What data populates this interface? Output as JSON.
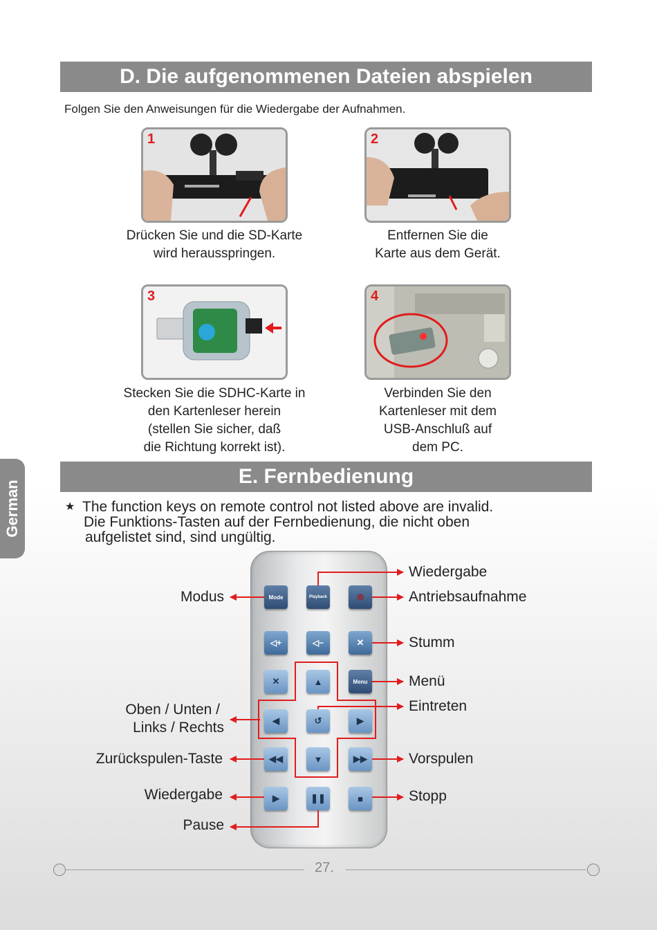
{
  "section_d": {
    "title": "D. Die aufgenommenen Dateien abspielen",
    "intro": "Folgen Sie den Anweisungen für die Wiedergabe der Aufnahmen.",
    "steps": [
      {
        "num": "1",
        "lines": [
          "Drücken Sie und die SD-Karte",
          "wird herausspringen."
        ]
      },
      {
        "num": "2",
        "lines": [
          "Entfernen Sie die",
          "Karte aus dem Gerät."
        ]
      },
      {
        "num": "3",
        "lines": [
          "Stecken Sie die SDHC-Karte in",
          "den Kartenleser herein",
          "(stellen Sie sicher, daß",
          "die Richtung korrekt ist)."
        ]
      },
      {
        "num": "4",
        "lines": [
          "Verbinden Sie den",
          "Kartenleser mit dem",
          "USB-Anschluß auf",
          "dem PC."
        ]
      }
    ]
  },
  "section_e": {
    "title": "E. Fernbedienung",
    "note_en": "The function keys on remote control not listed above are invalid.",
    "note_de_1": "Die Funktions-Tasten auf der Fernbedienung, die nicht oben",
    "note_de_2": "aufgelistet sind, sind ungültig."
  },
  "side_tab": "German",
  "remote": {
    "keys": {
      "mode": "Mode",
      "playback": "Playback",
      "menu": "Menu"
    },
    "labels_left": {
      "modus": "Modus",
      "nav_1": "Oben / Unten /",
      "nav_2": "Links / Rechts",
      "rewind": "Zurückspulen-Taste",
      "play": "Wiedergabe",
      "pause": "Pause"
    },
    "labels_right": {
      "playback": "Wiedergabe",
      "record": "Antriebsaufnahme",
      "mute": "Stumm",
      "menu": "Menü",
      "enter": "Eintreten",
      "forward": "Vorspulen",
      "stop": "Stopp"
    }
  },
  "footer": {
    "page": "27."
  },
  "colors": {
    "bar": "#8a8a8a",
    "accent_red": "#e11c1c",
    "key_blue": "#3f6a99"
  }
}
